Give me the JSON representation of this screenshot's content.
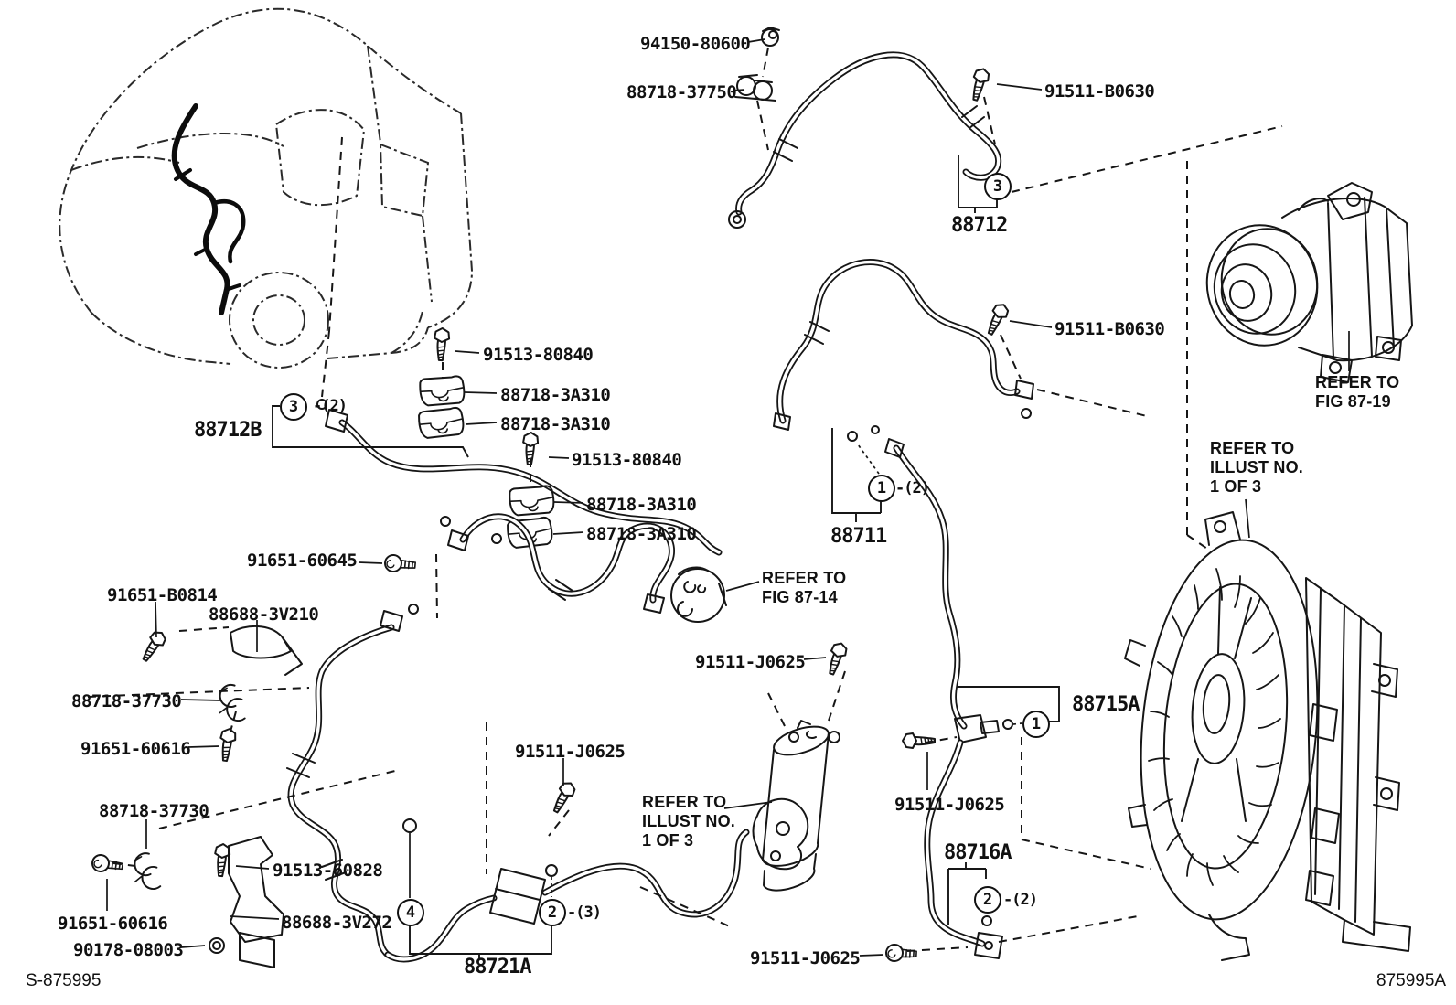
{
  "doc_type": "parts-diagram",
  "footer": {
    "left": "S-875995",
    "right": "875995A"
  },
  "part_labels": [
    {
      "text": "94150-80600"
    },
    {
      "text": "88718-37750"
    },
    {
      "text": "91511-B0630"
    },
    {
      "text": "88712"
    },
    {
      "text": "91511-B0630"
    },
    {
      "text": "91513-80840"
    },
    {
      "text": "88718-3A310"
    },
    {
      "text": "88718-3A310"
    },
    {
      "text": "88712B"
    },
    {
      "text": "91513-80840"
    },
    {
      "text": "88718-3A310"
    },
    {
      "text": "88718-3A310"
    },
    {
      "text": "88711"
    },
    {
      "text": "91651-60645"
    },
    {
      "text": "91651-B0814"
    },
    {
      "text": "88688-3V210"
    },
    {
      "text": "88718-37730"
    },
    {
      "text": "91651-60616"
    },
    {
      "text": "91511-J0625"
    },
    {
      "text": "88715A"
    },
    {
      "text": "91511-J0625"
    },
    {
      "text": "88718-37730"
    },
    {
      "text": "91511-J0625"
    },
    {
      "text": "91513-60828"
    },
    {
      "text": "91651-60616"
    },
    {
      "text": "88688-3V272"
    },
    {
      "text": "90178-08003"
    },
    {
      "text": "88721A"
    },
    {
      "text": "88716A"
    },
    {
      "text": "91511-J0625"
    }
  ],
  "refs": [
    {
      "l1": "REFER TO",
      "l2": "FIG 87-19",
      "l3": ""
    },
    {
      "l1": "REFER TO",
      "l2": "FIG 87-14",
      "l3": ""
    },
    {
      "l1": "REFER TO",
      "l2": "ILLUST NO.",
      "l3": "1 OF 3"
    },
    {
      "l1": "REFER TO",
      "l2": "ILLUST NO.",
      "l3": "1 OF 3"
    }
  ],
  "callouts": [
    {
      "num": "3",
      "qty": ""
    },
    {
      "num": "3",
      "qty": "-(2)"
    },
    {
      "num": "1",
      "qty": "-(2)"
    },
    {
      "num": "1",
      "qty": ""
    },
    {
      "num": "4",
      "qty": ""
    },
    {
      "num": "2",
      "qty": "-(3)"
    },
    {
      "num": "2",
      "qty": "-(2)"
    }
  ]
}
